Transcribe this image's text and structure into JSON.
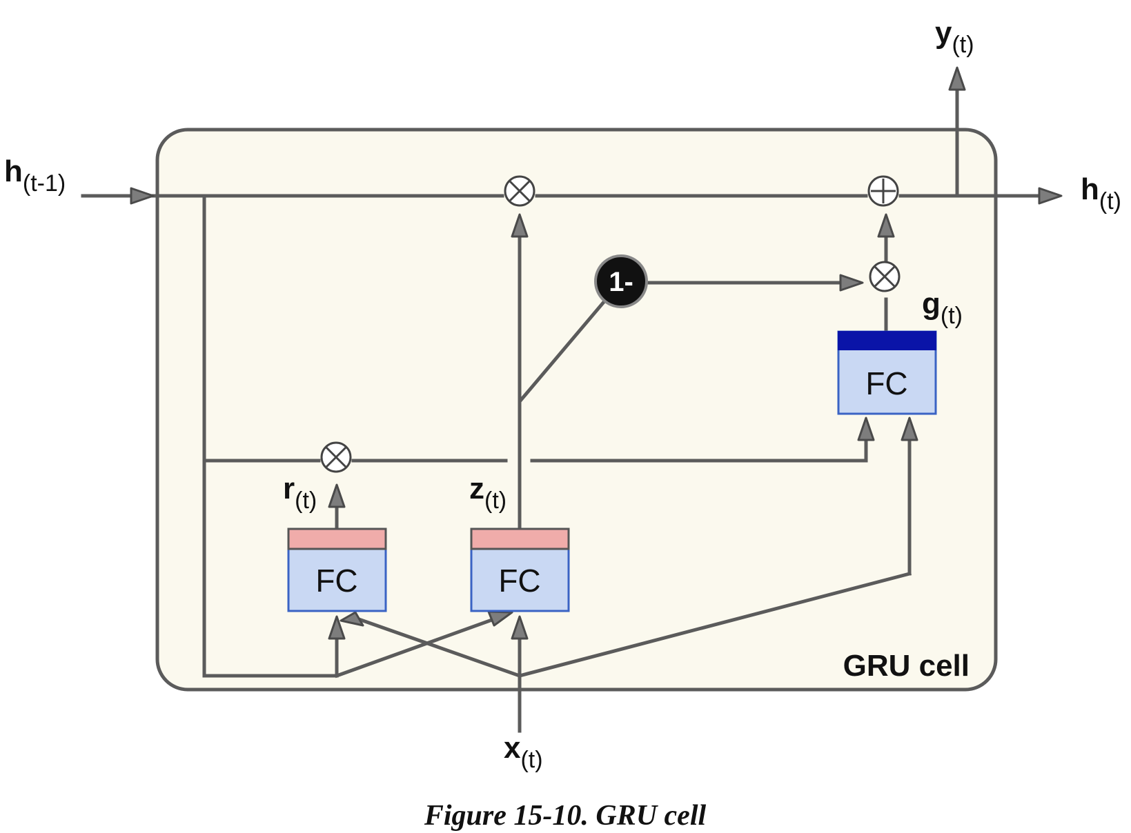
{
  "cell": {
    "name": "GRU cell",
    "fill": "#fbf9ee"
  },
  "labels": {
    "h_prev": {
      "main": "h",
      "sub": "(t-1)"
    },
    "h_t": {
      "main": "h",
      "sub": "(t)"
    },
    "y_t": {
      "main": "y",
      "sub": "(t)"
    },
    "x_t": {
      "main": "x",
      "sub": "(t)"
    },
    "r_t": {
      "main": "r",
      "sub": "(t)"
    },
    "z_t": {
      "main": "z",
      "sub": "(t)"
    },
    "g_t": {
      "main": "g",
      "sub": "(t)"
    }
  },
  "fc_layers": {
    "reset": {
      "label": "FC",
      "activation_color": "#f0acaa"
    },
    "update": {
      "label": "FC",
      "activation_color": "#f0acaa"
    },
    "candidate": {
      "label": "FC",
      "activation_color": "#0a14a8"
    }
  },
  "fc_body_color": "#c9d8f3",
  "one_minus": "1-",
  "caption": "Figure 15-10. GRU cell"
}
